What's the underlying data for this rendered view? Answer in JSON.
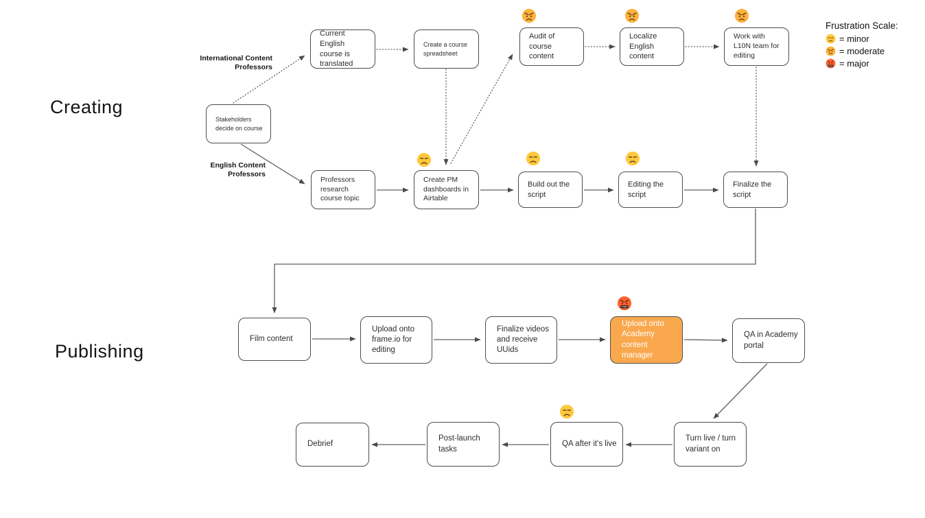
{
  "sections": [
    {
      "label": "Creating"
    },
    {
      "label": "Publishing"
    }
  ],
  "lanes": [
    {
      "label": "International Content Professors"
    },
    {
      "label": "English Content Professors"
    }
  ],
  "legend": {
    "title": "Frustration Scale:",
    "items": [
      {
        "icon": "unamused-face",
        "label": "= minor"
      },
      {
        "icon": "angry-face",
        "label": "= moderate"
      },
      {
        "icon": "cursing-face",
        "label": "= major"
      }
    ]
  },
  "colors": {
    "highlight_fill": "#F9A84D",
    "line": "#5f5f5f",
    "box_border": "#4c4c4c"
  },
  "nodes": [
    {
      "label": "Current English course is translated"
    },
    {
      "label": "Create a course spreadsheet"
    },
    {
      "label": "Audit of course content"
    },
    {
      "label": "Localize English content"
    },
    {
      "label": "Work with L10N team for editing"
    },
    {
      "label": "Stakeholders decide on course"
    },
    {
      "label": "Professors research course topic"
    },
    {
      "label": "Create PM dashboards in Airtable"
    },
    {
      "label": "Build out the script"
    },
    {
      "label": "Editing the script"
    },
    {
      "label": "Finalize the script"
    },
    {
      "label": "Film content"
    },
    {
      "label": "Upload onto frame.io for editing"
    },
    {
      "label": "Finalize videos and receive UUids"
    },
    {
      "label": "Upload onto Academy content manager"
    },
    {
      "label": "QA in Academy portal"
    },
    {
      "label": "Debrief"
    },
    {
      "label": "Post-launch tasks"
    },
    {
      "label": "QA after it's live"
    },
    {
      "label": "Turn live / turn variant on"
    }
  ],
  "annotations": [
    {
      "icon": "angry-face"
    },
    {
      "icon": "angry-face"
    },
    {
      "icon": "angry-face"
    },
    {
      "icon": "unamused-face"
    },
    {
      "icon": "unamused-face"
    },
    {
      "icon": "unamused-face"
    },
    {
      "icon": "cursing-face"
    },
    {
      "icon": "unamused-face"
    }
  ]
}
